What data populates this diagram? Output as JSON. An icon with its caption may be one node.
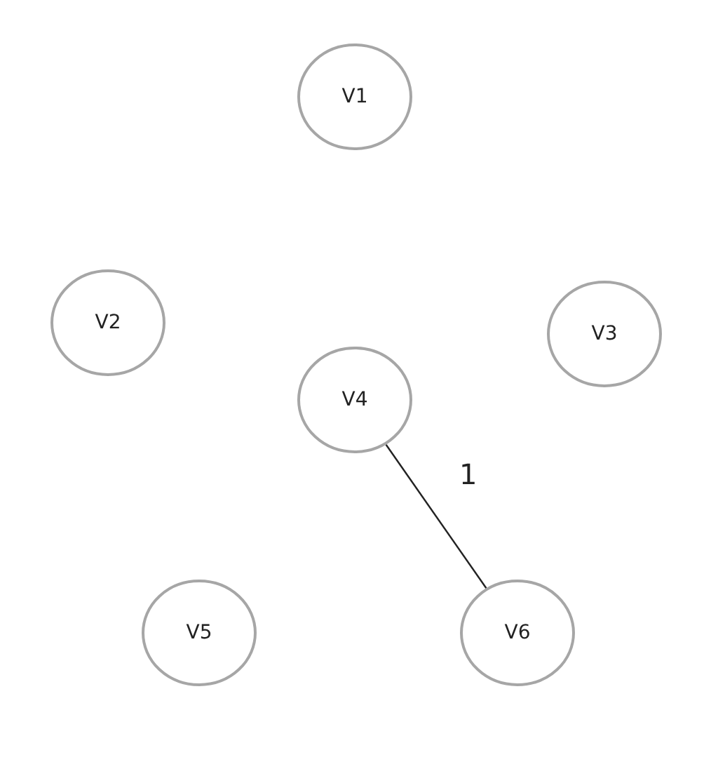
{
  "diagram": {
    "nodes": [
      {
        "text": [
          "V1"
        ]
      },
      {
        "text": [
          "V2"
        ]
      },
      {
        "text": [
          "V3"
        ]
      },
      {
        "text": [
          "V4"
        ]
      },
      {
        "text": [
          "V5"
        ]
      },
      {
        "text": [
          "V6"
        ]
      }
    ],
    "edges": [
      {
        "from": 3,
        "to": 5,
        "arrow": "none",
        "label": "1"
      }
    ]
  }
}
